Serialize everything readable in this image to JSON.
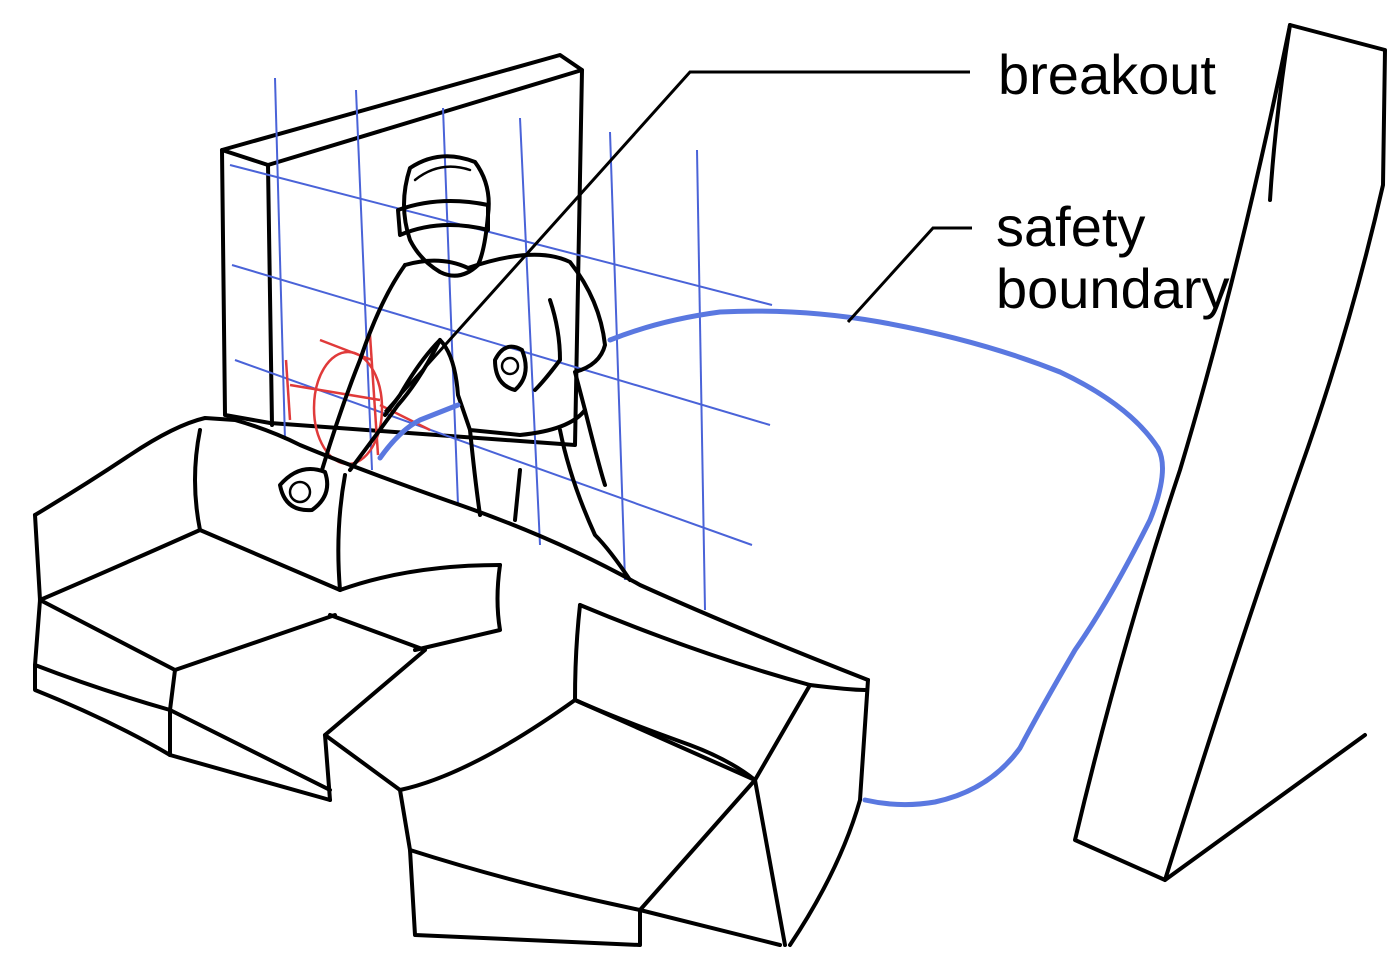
{
  "labels": {
    "breakout": "breakout",
    "safety_line1": "safety",
    "safety_line2": "boundary"
  },
  "colors": {
    "grid": "#4a63d8",
    "boundary": "#5a78e0",
    "breakout": "#e03a3a",
    "ink": "#000000"
  }
}
